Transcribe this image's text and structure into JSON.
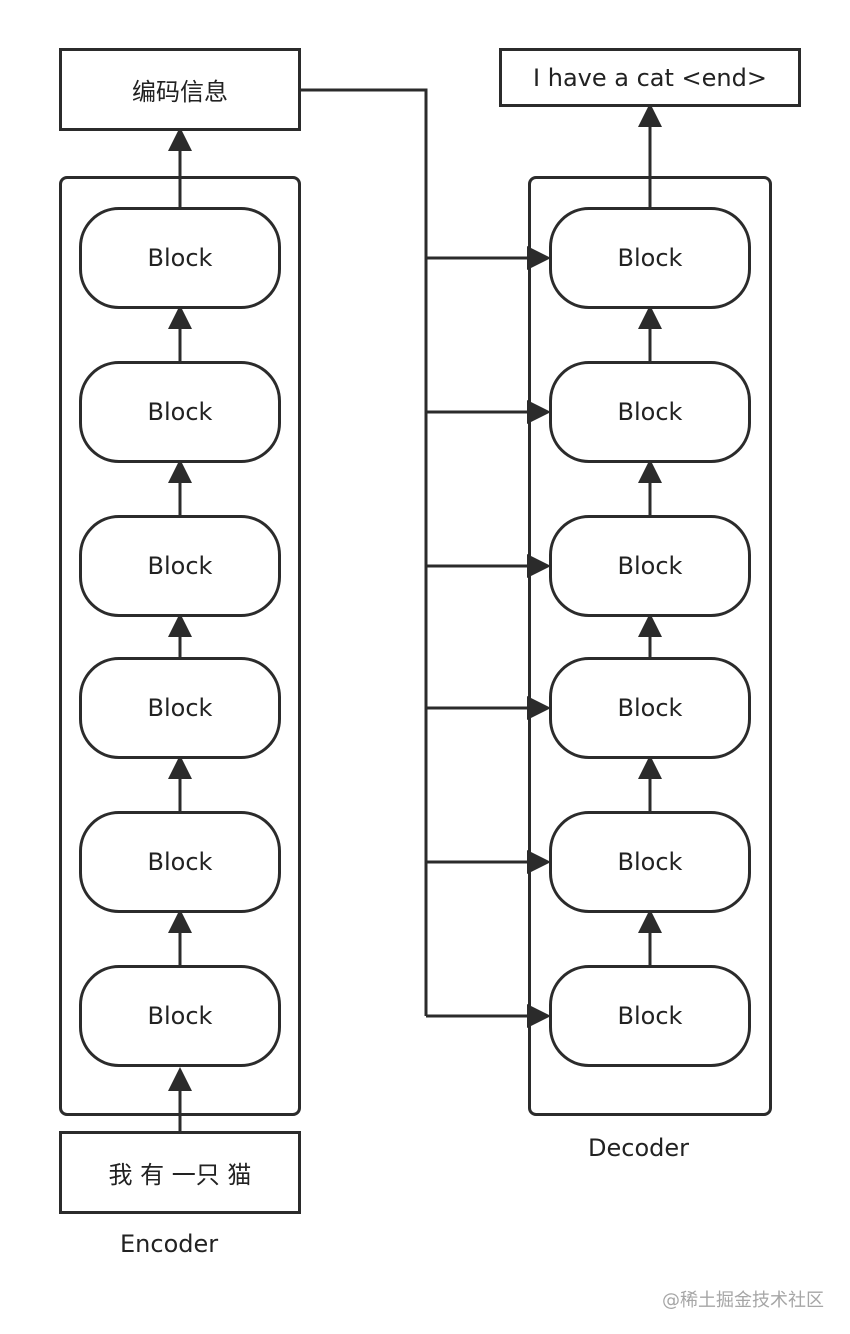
{
  "encoder": {
    "output_label": "编码信息",
    "input_label": "我 有 一只 猫",
    "caption": "Encoder",
    "blocks": [
      "Block",
      "Block",
      "Block",
      "Block",
      "Block",
      "Block"
    ]
  },
  "decoder": {
    "output_label": "I have a cat <end>",
    "caption": "Decoder",
    "blocks": [
      "Block",
      "Block",
      "Block",
      "Block",
      "Block",
      "Block"
    ]
  },
  "watermark": "@稀土掘金技术社区",
  "colors": {
    "stroke": "#2b2b2b",
    "text": "#222222",
    "watermark": "#a6a6a6"
  }
}
